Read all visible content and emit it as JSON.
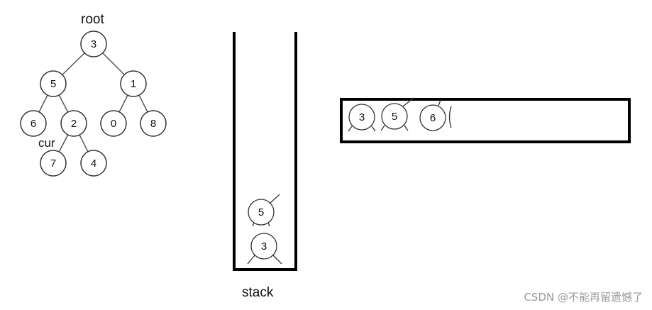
{
  "tree": {
    "root_label": "root",
    "cur_label": "cur",
    "nodes": [
      {
        "id": "n3",
        "value": "3"
      },
      {
        "id": "n5",
        "value": "5"
      },
      {
        "id": "n1",
        "value": "1"
      },
      {
        "id": "n6",
        "value": "6"
      },
      {
        "id": "n2",
        "value": "2"
      },
      {
        "id": "n0",
        "value": "0"
      },
      {
        "id": "n8",
        "value": "8"
      },
      {
        "id": "n7",
        "value": "7"
      },
      {
        "id": "n4",
        "value": "4"
      }
    ],
    "edges": [
      [
        "n3",
        "n5"
      ],
      [
        "n3",
        "n1"
      ],
      [
        "n5",
        "n6"
      ],
      [
        "n5",
        "n2"
      ],
      [
        "n1",
        "n0"
      ],
      [
        "n1",
        "n8"
      ],
      [
        "n2",
        "n7"
      ],
      [
        "n2",
        "n4"
      ]
    ]
  },
  "stack": {
    "label": "stack",
    "items": [
      "5",
      "3"
    ]
  },
  "result_list": {
    "items": [
      "3",
      "5",
      "6"
    ]
  },
  "watermark": "CSDN @不能再留遗憾了"
}
